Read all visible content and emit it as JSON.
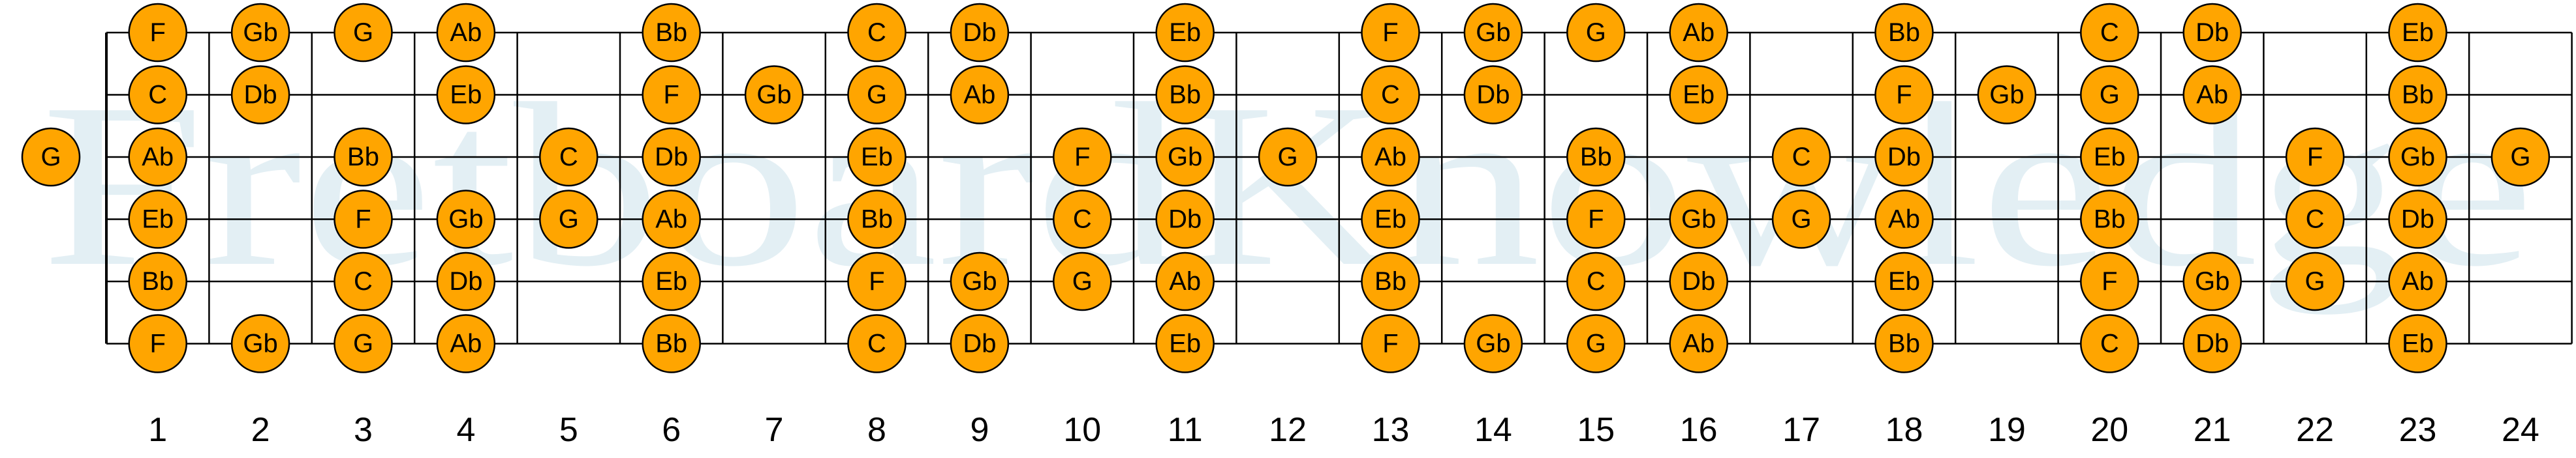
{
  "watermark": {
    "text": "FretboardKnowledge",
    "color": "#e3eff4"
  },
  "colors": {
    "note_fill": "#ffa500",
    "note_stroke": "#000000",
    "line": "#000000",
    "text": "#000000"
  },
  "fret_labels": [
    "1",
    "2",
    "3",
    "4",
    "5",
    "6",
    "7",
    "8",
    "9",
    "10",
    "11",
    "12",
    "13",
    "14",
    "15",
    "16",
    "17",
    "18",
    "19",
    "20",
    "21",
    "22",
    "23",
    "24"
  ],
  "strings": [
    {
      "open": null,
      "frets": [
        [
          "1",
          "F"
        ],
        [
          "2",
          "Gb"
        ],
        [
          "3",
          "G"
        ],
        [
          "4",
          "Ab"
        ],
        [
          "6",
          "Bb"
        ],
        [
          "8",
          "C"
        ],
        [
          "9",
          "Db"
        ],
        [
          "11",
          "Eb"
        ],
        [
          "13",
          "F"
        ],
        [
          "14",
          "Gb"
        ],
        [
          "15",
          "G"
        ],
        [
          "16",
          "Ab"
        ],
        [
          "18",
          "Bb"
        ],
        [
          "20",
          "C"
        ],
        [
          "21",
          "Db"
        ],
        [
          "23",
          "Eb"
        ]
      ]
    },
    {
      "open": null,
      "frets": [
        [
          "1",
          "C"
        ],
        [
          "2",
          "Db"
        ],
        [
          "4",
          "Eb"
        ],
        [
          "6",
          "F"
        ],
        [
          "7",
          "Gb"
        ],
        [
          "8",
          "G"
        ],
        [
          "9",
          "Ab"
        ],
        [
          "11",
          "Bb"
        ],
        [
          "13",
          "C"
        ],
        [
          "14",
          "Db"
        ],
        [
          "16",
          "Eb"
        ],
        [
          "18",
          "F"
        ],
        [
          "19",
          "Gb"
        ],
        [
          "20",
          "G"
        ],
        [
          "21",
          "Ab"
        ],
        [
          "23",
          "Bb"
        ]
      ]
    },
    {
      "open": "G",
      "frets": [
        [
          "1",
          "Ab"
        ],
        [
          "3",
          "Bb"
        ],
        [
          "5",
          "C"
        ],
        [
          "6",
          "Db"
        ],
        [
          "8",
          "Eb"
        ],
        [
          "10",
          "F"
        ],
        [
          "11",
          "Gb"
        ],
        [
          "12",
          "G"
        ],
        [
          "13",
          "Ab"
        ],
        [
          "15",
          "Bb"
        ],
        [
          "17",
          "C"
        ],
        [
          "18",
          "Db"
        ],
        [
          "20",
          "Eb"
        ],
        [
          "22",
          "F"
        ],
        [
          "23",
          "Gb"
        ],
        [
          "24",
          "G"
        ]
      ]
    },
    {
      "open": null,
      "frets": [
        [
          "1",
          "Eb"
        ],
        [
          "3",
          "F"
        ],
        [
          "4",
          "Gb"
        ],
        [
          "5",
          "G"
        ],
        [
          "6",
          "Ab"
        ],
        [
          "8",
          "Bb"
        ],
        [
          "10",
          "C"
        ],
        [
          "11",
          "Db"
        ],
        [
          "13",
          "Eb"
        ],
        [
          "15",
          "F"
        ],
        [
          "16",
          "Gb"
        ],
        [
          "17",
          "G"
        ],
        [
          "18",
          "Ab"
        ],
        [
          "20",
          "Bb"
        ],
        [
          "22",
          "C"
        ],
        [
          "23",
          "Db"
        ]
      ]
    },
    {
      "open": null,
      "frets": [
        [
          "1",
          "Bb"
        ],
        [
          "3",
          "C"
        ],
        [
          "4",
          "Db"
        ],
        [
          "6",
          "Eb"
        ],
        [
          "8",
          "F"
        ],
        [
          "9",
          "Gb"
        ],
        [
          "10",
          "G"
        ],
        [
          "11",
          "Ab"
        ],
        [
          "13",
          "Bb"
        ],
        [
          "15",
          "C"
        ],
        [
          "16",
          "Db"
        ],
        [
          "18",
          "Eb"
        ],
        [
          "20",
          "F"
        ],
        [
          "21",
          "Gb"
        ],
        [
          "22",
          "G"
        ],
        [
          "23",
          "Ab"
        ]
      ]
    },
    {
      "open": null,
      "frets": [
        [
          "1",
          "F"
        ],
        [
          "2",
          "Gb"
        ],
        [
          "3",
          "G"
        ],
        [
          "4",
          "Ab"
        ],
        [
          "6",
          "Bb"
        ],
        [
          "8",
          "C"
        ],
        [
          "9",
          "Db"
        ],
        [
          "11",
          "Eb"
        ],
        [
          "13",
          "F"
        ],
        [
          "14",
          "Gb"
        ],
        [
          "15",
          "G"
        ],
        [
          "16",
          "Ab"
        ],
        [
          "18",
          "Bb"
        ],
        [
          "20",
          "C"
        ],
        [
          "21",
          "Db"
        ],
        [
          "23",
          "Eb"
        ]
      ]
    }
  ]
}
